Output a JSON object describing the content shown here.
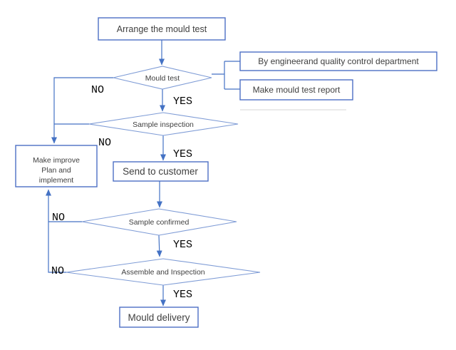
{
  "flowchart": {
    "nodes": {
      "arrange": "Arrange the mould test",
      "mould_test": "Mould test",
      "by_engineer": "By engineerand quality control department",
      "make_report": "Make mould test report",
      "sample_inspection": "Sample inspection",
      "make_improve": {
        "line1": "Make improve",
        "line2": "Plan and",
        "line3": "implement"
      },
      "send_customer": "Send to customer",
      "sample_confirmed": "Sample confirmed",
      "assemble": "Assemble and Inspection",
      "mould_delivery": "Mould delivery"
    },
    "labels": {
      "no1": "NO",
      "yes1": "YES",
      "no2": "NO",
      "yes2": "YES",
      "no3": "NO",
      "yes3": "YES",
      "no4": "NO",
      "yes4": "YES"
    },
    "colors": {
      "box_border": "#4d6fc4",
      "diamond_border": "#7f9cd6",
      "connector": "#4472c4",
      "node_text": "#3f3f3f",
      "label_text": "#000000",
      "background": "#ffffff"
    }
  }
}
